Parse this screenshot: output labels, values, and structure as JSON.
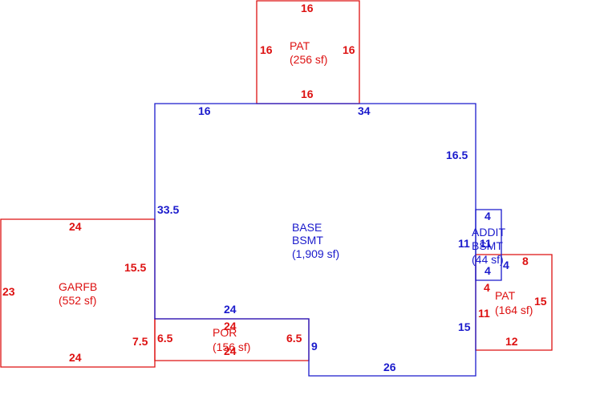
{
  "colors": {
    "main": "#1a1acc",
    "secondary": "#dd1111"
  },
  "areas": {
    "pat_top": {
      "code": "PAT",
      "area": "(256 sf)"
    },
    "base": {
      "code": "BASE",
      "sub": "BSMT",
      "area": "(1,909 sf)"
    },
    "addit": {
      "code": "ADDIT",
      "sub": "BSMT",
      "area": "(44 sf)"
    },
    "garfb": {
      "code": "GARFB",
      "area": "(552 sf)"
    },
    "por": {
      "code": "POR",
      "area": "(156 sf)"
    },
    "pat_right": {
      "code": "PAT",
      "area": "(164 sf)"
    }
  },
  "dimensions": {
    "pat_top": [
      "16",
      "16",
      "16",
      "16"
    ],
    "base": [
      "16",
      "34",
      "16.5",
      "33.5",
      "11",
      "15",
      "9",
      "26",
      "24"
    ],
    "addit": [
      "4",
      "11",
      "4",
      "4"
    ],
    "garfb": [
      "24",
      "15.5",
      "23",
      "7.5",
      "24"
    ],
    "por": [
      "24",
      "6.5",
      "6.5",
      "24"
    ],
    "pat_right": [
      "8",
      "15",
      "4",
      "11",
      "12"
    ]
  }
}
